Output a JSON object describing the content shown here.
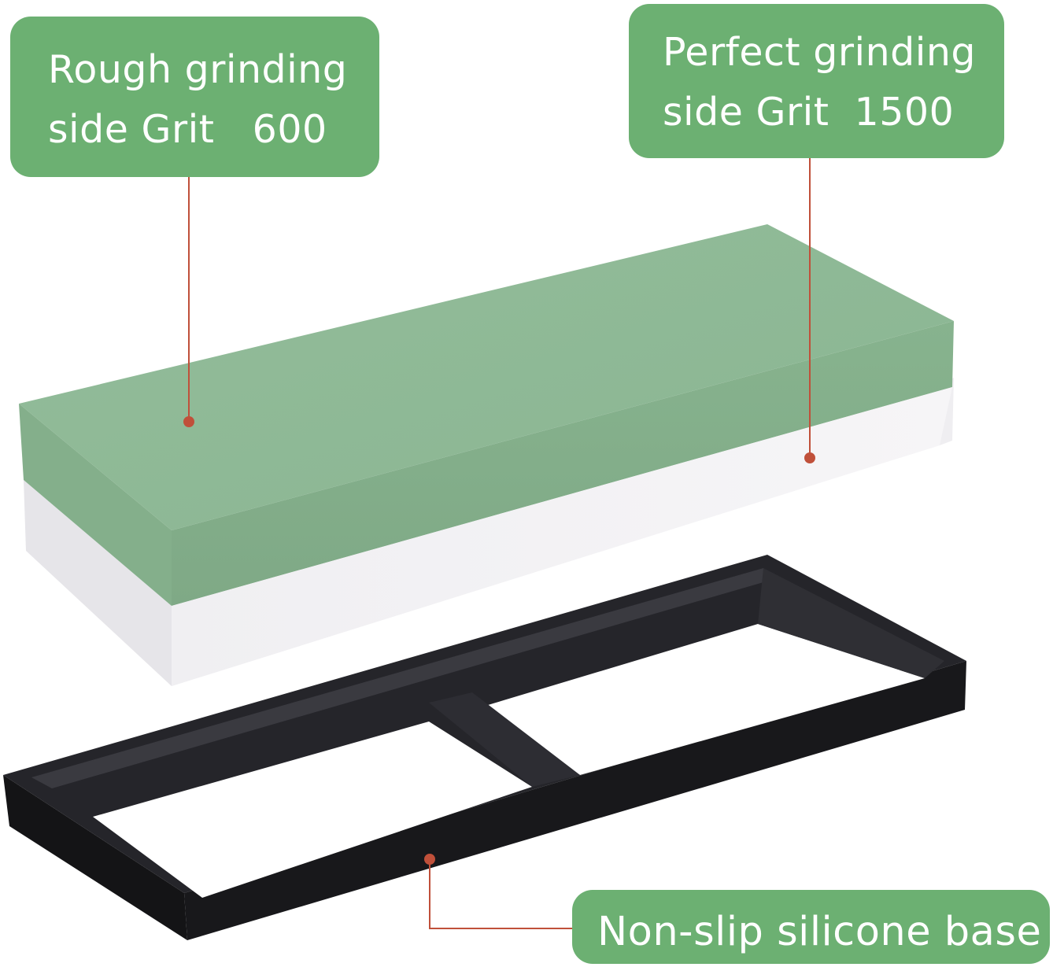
{
  "callouts": {
    "rough": {
      "line1": "Rough grinding",
      "line2": "side Grit   600"
    },
    "fine": {
      "line1": "Perfect grinding",
      "line2": "side Grit  1500"
    },
    "base": {
      "text": "Non-slip silicone base"
    }
  },
  "colors": {
    "callout_bg": "#6cb072",
    "callout_text": "#ffffff",
    "leader_line": "#c0503a",
    "stone_green_top": "#8fb996",
    "stone_green_front": "#86b28d",
    "stone_white": "#ecebee",
    "base_black": "#1c1c1f"
  }
}
